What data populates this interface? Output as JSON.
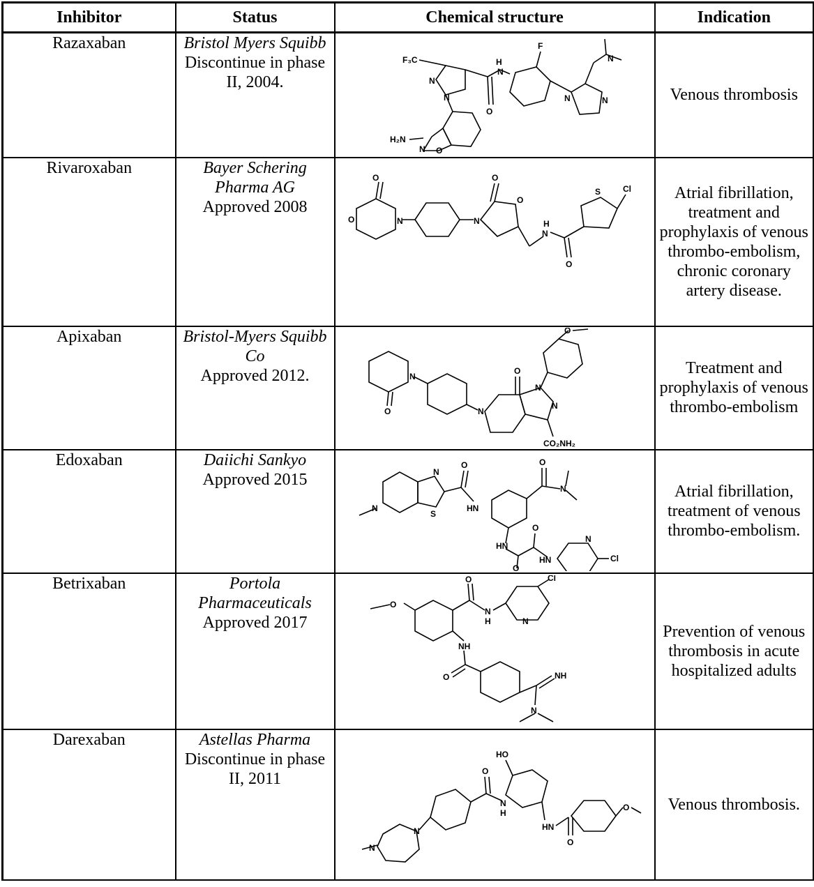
{
  "headers": {
    "inhibitor": "Inhibitor",
    "status": "Status",
    "structure": "Chemical structure",
    "indication": "Indication"
  },
  "rows": [
    {
      "name": "Razaxaban",
      "company": "Bristol Myers Squibb",
      "status_note": "Discontinue in phase II, 2004.",
      "indication": "Venous thrombosis",
      "atoms": [
        "F₃C",
        "N",
        "N",
        "H",
        "N",
        "O",
        "F",
        "N",
        "N",
        "N",
        "H₂N",
        "N",
        "O"
      ]
    },
    {
      "name": "Rivaroxaban",
      "company": "Bayer Schering Pharma AG",
      "status_note": "Approved 2008",
      "indication": "Atrial fibrillation, treatment and prophylaxis of venous thrombo-embolism, chronic coronary artery disease.",
      "atoms": [
        "O",
        "O",
        "N",
        "N",
        "O",
        "O",
        "H",
        "N",
        "O",
        "S",
        "Cl"
      ]
    },
    {
      "name": "Apixaban",
      "company": "Bristol-Myers Squibb Co",
      "status_note": "Approved 2012.",
      "indication": "Treatment and prophylaxis of venous thrombo-embolism",
      "atoms": [
        "N",
        "O",
        "N",
        "O",
        "N",
        "N",
        "O",
        "CO₂NH₂"
      ]
    },
    {
      "name": "Edoxaban",
      "company": "Daiichi Sankyo",
      "status_note": "Approved 2015",
      "indication": "Atrial fibrillation, treatment of venous thrombo-embolism.",
      "atoms": [
        "N",
        "N",
        "S",
        "O",
        "HN",
        "O",
        "N",
        "HN",
        "O",
        "O",
        "HN",
        "N",
        "Cl"
      ]
    },
    {
      "name": "Betrixaban",
      "company": "Portola Pharmaceuticals",
      "status_note": "Approved 2017",
      "indication": "Prevention of venous thrombosis in acute hospitalized adults",
      "atoms": [
        "O",
        "O",
        "N",
        "H",
        "N",
        "Cl",
        "NH",
        "O",
        "NH",
        "N"
      ]
    },
    {
      "name": "Darexaban",
      "company": "Astellas Pharma",
      "status_note": "Discontinue in phase II, 2011",
      "indication": "Venous thrombosis.",
      "atoms": [
        "HO",
        "O",
        "N",
        "H",
        "N",
        "N",
        "HN",
        "O",
        "O"
      ]
    }
  ]
}
